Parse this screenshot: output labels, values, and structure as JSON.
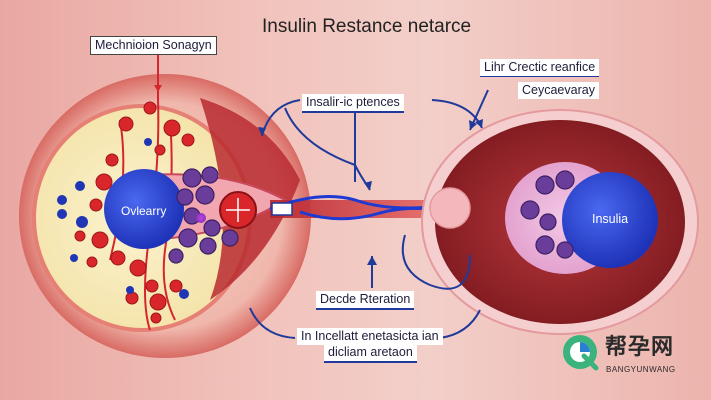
{
  "title": "Insulin Restance netarce",
  "labels": {
    "mechanism": "Mechnioion Sonagyn",
    "insulin_pathway": "Insalir-ic ptences",
    "liver_top": "Lihr Crectic reanfice",
    "liver_sub": "Ceycaevaray",
    "decrease": "Decde Rteration",
    "increase_line1": "In Incellatt enetasicta ian",
    "increase_line2": "dicliam aretaon",
    "left_cell": "Ovlearry",
    "right_cell": "Insulia"
  },
  "logo": {
    "chinese": "帮孕网",
    "english": "BANGYUNWANG"
  },
  "colors": {
    "background": "#eeb9b2",
    "cell_blue": "#2f49d6",
    "purple_vesicle": "#6b3d9a",
    "red_cell": "#d8262a",
    "arrow_blue": "#1f3a9a"
  }
}
